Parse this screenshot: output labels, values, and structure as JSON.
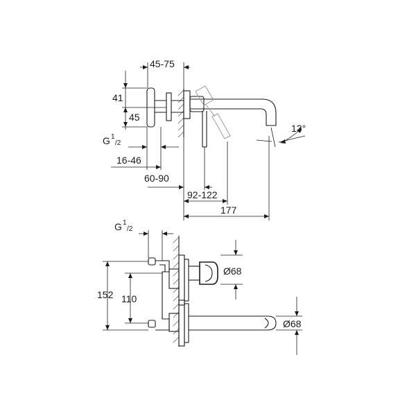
{
  "side_view": {
    "dim_depth": "45-75",
    "dim_height_41": "41",
    "dim_height_45": "45",
    "thread_label": "G",
    "thread_sup": "1",
    "thread_sub": "/2",
    "dim_16_46": "16-46",
    "dim_60_90": "60-90",
    "dim_92_122": "92-122",
    "dim_177": "177",
    "angle": "13°"
  },
  "front_view": {
    "thread_label": "G",
    "thread_sup": "1",
    "thread_sub": "/2",
    "dim_152": "152",
    "dim_110": "110",
    "dia_rosette": "Ø68",
    "dia_spout": "Ø68"
  }
}
